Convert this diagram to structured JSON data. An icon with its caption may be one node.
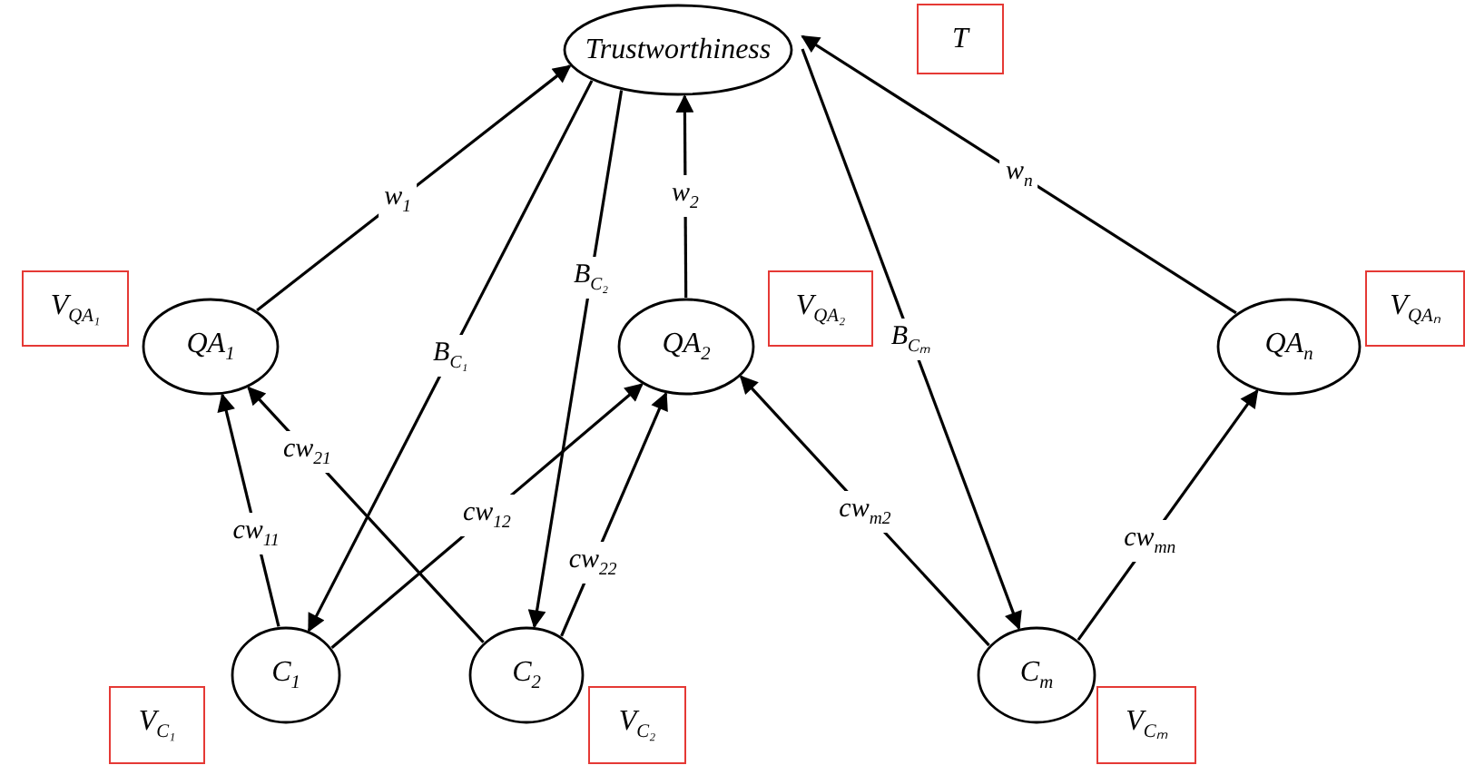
{
  "diagram": {
    "nodes": [
      {
        "text": [
          "Trustworthiness"
        ]
      },
      {
        "text": [
          "T"
        ]
      },
      {
        "text": [
          "V$_{QA₁}$"
        ]
      },
      {
        "text": [
          "QA$_{1}$"
        ]
      },
      {
        "text": [
          "QA$_{2}$"
        ]
      },
      {
        "text": [
          "V$_{QA₂}$"
        ]
      },
      {
        "text": [
          "QA$_{n}$"
        ]
      },
      {
        "text": [
          "V$_{QAₙ}$"
        ]
      },
      {
        "text": [
          "C$_{1}$"
        ]
      },
      {
        "text": [
          "C$_{2}$"
        ]
      },
      {
        "text": [
          "C$_{m}$"
        ]
      },
      {
        "text": [
          "V$_{C₁}$"
        ]
      },
      {
        "text": [
          "V$_{C₂}$"
        ]
      },
      {
        "text": [
          "V$_{Cₘ}$"
        ]
      }
    ],
    "edges": [
      {
        "from": 3,
        "to": 0,
        "arrow": "to",
        "label": "w$_{1}$"
      },
      {
        "from": 0,
        "to": 8,
        "arrow": "to",
        "label": "B$_{C₁}$"
      },
      {
        "from": 0,
        "to": 9,
        "arrow": "to",
        "label": "B$_{C₂}$"
      },
      {
        "from": 4,
        "to": 0,
        "arrow": "to",
        "label": "w$_{2}$"
      },
      {
        "from": 0,
        "to": 10,
        "arrow": "to",
        "label": "B$_{Cₘ}$"
      },
      {
        "from": 6,
        "to": 0,
        "arrow": "to",
        "label": "w$_{n}$"
      },
      {
        "from": 8,
        "to": 3,
        "arrow": "to",
        "label": "cw$_{11}$"
      },
      {
        "from": 9,
        "to": 3,
        "arrow": "to",
        "label": "cw$_{21}$"
      },
      {
        "from": 8,
        "to": 4,
        "arrow": "to",
        "label": "cw$_{12}$"
      },
      {
        "from": 9,
        "to": 4,
        "arrow": "to",
        "label": "cw$_{22}$"
      },
      {
        "from": 10,
        "to": 4,
        "arrow": "to",
        "label": "cw$_{m2}$"
      },
      {
        "from": 10,
        "to": 6,
        "arrow": "to",
        "label": "cw$_{mn}$"
      }
    ]
  }
}
